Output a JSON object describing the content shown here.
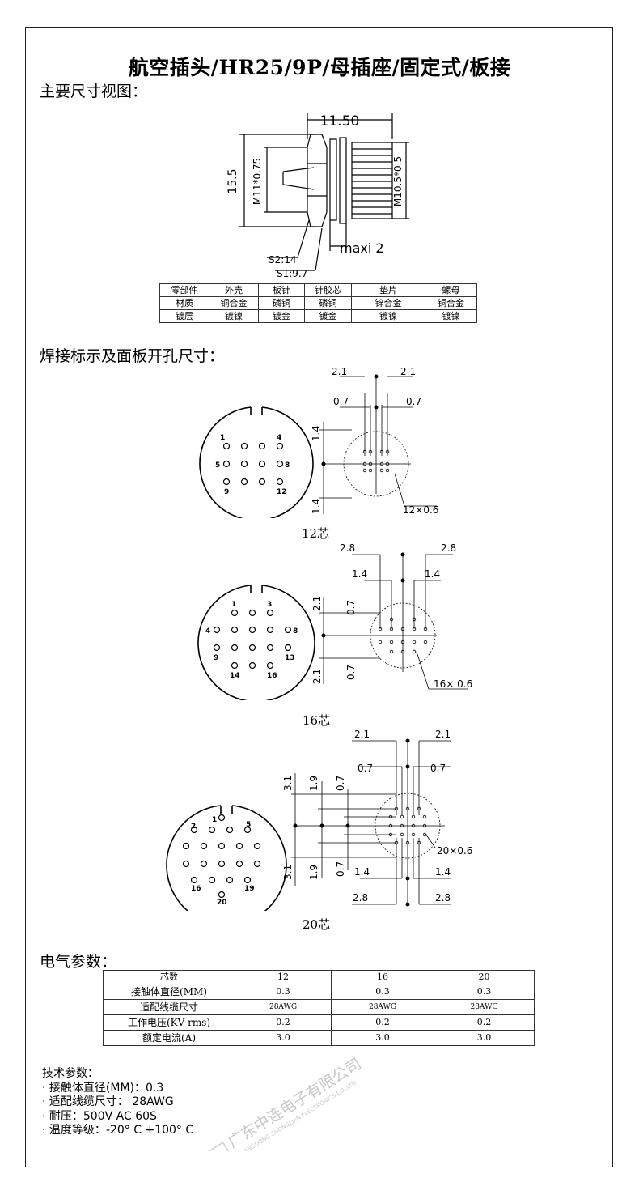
{
  "title": "航空插头/HR25/9P/母插座/固定式/板接",
  "sections": {
    "main_view": "主要尺寸视图：",
    "weld": "焊接标示及面板开孔尺寸：",
    "electrical": "电气参数："
  },
  "drawing_labels": {
    "width": "11.50",
    "height": "15.5",
    "thread1": "M11*0.75",
    "thread2": "M10.5*0.5",
    "maxi": "maxi 2",
    "s2": "S2:14",
    "s1": "S1:9.7"
  },
  "parts_table": {
    "rows": [
      [
        "零部件",
        "外壳",
        "板针",
        "针胶芯",
        "垫片",
        "螺母"
      ],
      [
        "材质",
        "铜合金",
        "磷铜",
        "磷铜",
        "锌合金",
        "铜合金"
      ],
      [
        "镀层",
        "镀镍",
        "镀金",
        "镀金",
        "镀镍",
        "镀镍"
      ]
    ]
  },
  "layouts": [
    {
      "caption": "12芯",
      "pins": [
        "1",
        "4",
        "5",
        "8",
        "9",
        "12"
      ],
      "dims": [
        "2.1",
        "2.1",
        "0.7",
        "0.7",
        "1.4",
        "1.4"
      ],
      "hole": "12×0.6"
    },
    {
      "caption": "16芯",
      "pins": [
        "1",
        "3",
        "4",
        "8",
        "9",
        "13",
        "14",
        "16"
      ],
      "dims": [
        "2.8",
        "2.8",
        "1.4",
        "1.4",
        "2.1",
        "0.7",
        "2.1",
        "0.7"
      ],
      "hole": "16× 0.6"
    },
    {
      "caption": "20芯",
      "pins": [
        "1",
        "2",
        "5",
        "16",
        "19",
        "20"
      ],
      "dims": [
        "2.1",
        "2.1",
        "0.7",
        "0.7",
        "3.1",
        "1.9",
        "0.7",
        "3.1",
        "1.9",
        "0.7",
        "1.4",
        "1.4",
        "2.8",
        "2.8"
      ],
      "hole": "20×0.6"
    }
  ],
  "electrical_table": {
    "rows": [
      [
        "芯数",
        "12",
        "16",
        "20"
      ],
      [
        "接触体直径(MM)",
        "0.3",
        "0.3",
        "0.3"
      ],
      [
        "适配线缆尺寸",
        "28AWG",
        "28AWG",
        "28AWG"
      ],
      [
        "工作电压(KV rms)",
        "0.2",
        "0.2",
        "0.2"
      ],
      [
        "额定电流(A)",
        "3.0",
        "3.0",
        "3.0"
      ]
    ]
  },
  "tech_params": {
    "heading": "技术参数：",
    "items": [
      "· 接触体直径(MM)：0.3",
      "· 适配线缆尺寸：  28AWG",
      "· 耐压：500V  AC  60S",
      "· 温度等级：-20° C  +100° C"
    ]
  },
  "watermark": {
    "cn": "广东中连电子有限公司",
    "en": "GUANGDONG ZHONGLIAN ELECTRONICS CO.,LTD"
  }
}
